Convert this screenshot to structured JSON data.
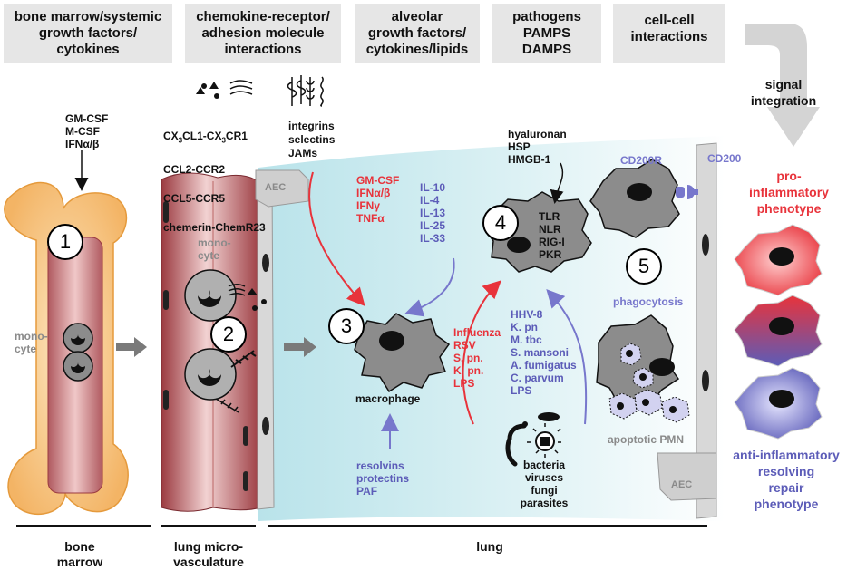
{
  "headers": {
    "bone_marrow": "bone marrow/systemic\ngrowth factors/\ncytokines",
    "chemokine": "chemokine-receptor/\nadhesion molecule\ninteractions",
    "alveolar": "alveolar\ngrowth factors/\ncytokines/lipids",
    "pathogens": "pathogens\nPAMPS\nDAMPS",
    "cell_cell": "cell-cell\ninteractions"
  },
  "signal_integration": "signal\nintegration",
  "stage1": {
    "number": "1",
    "factors": "GM-CSF\nM-CSF\nIFNα/β",
    "monocyte": "mono-\ncyte"
  },
  "stage2": {
    "number": "2",
    "pairs": [
      "CX3CL1-CX3CR1",
      "CCL2-CCR2",
      "CCL5-CCR5",
      "chemerin-ChemR23"
    ],
    "adhesion": "integrins\nselectins\nJAMs",
    "monocyte": "mono-\ncyte",
    "aec": "AEC"
  },
  "stage3": {
    "number": "3",
    "pro": "GM-CSF\nIFNα/β\nIFNγ\nTNFα",
    "anti": "IL-10\nIL-4\nIL-13\nIL-25\nIL-33",
    "macrophage": "macrophage",
    "lipids": "resolvins\nprotectins\nPAF"
  },
  "stage4": {
    "number": "4",
    "damps": "hyaluronan\nHSP\nHMGB-1",
    "receptors": "TLR\nNLR\nRIG-I\nPKR",
    "pro_pathogens": "Influenza\nRSV\nS. pn.\nK. pn.\nLPS",
    "anti_pathogens": "HHV-8\nK. pn\nM. tbc\nS. mansoni\nA. fumigatus\nC. parvum\nLPS",
    "microbes": "bacteria\nviruses\nfungi\nparasites"
  },
  "stage5": {
    "number": "5",
    "cd200r": "CD200R",
    "cd200": "CD200",
    "phagocytosis": "phagocytosis",
    "apoptotic": "apoptotic PMN",
    "aec": "AEC"
  },
  "phenotypes": {
    "pro": "pro-\ninflammatory\nphenotype",
    "anti": "anti-inflammatory\nresolving\nrepair\nphenotype"
  },
  "footer": {
    "bone_marrow": "bone\nmarrow",
    "vasculature": "lung micro-\nvasculature",
    "lung": "lung"
  },
  "colors": {
    "pro": "#e8333b",
    "anti": "#5c5cb8",
    "bone": "#f7c27a",
    "vessel": "#b24a4f",
    "cell_grey": "#8c8c8c",
    "header_bg": "#e6e6e6"
  }
}
